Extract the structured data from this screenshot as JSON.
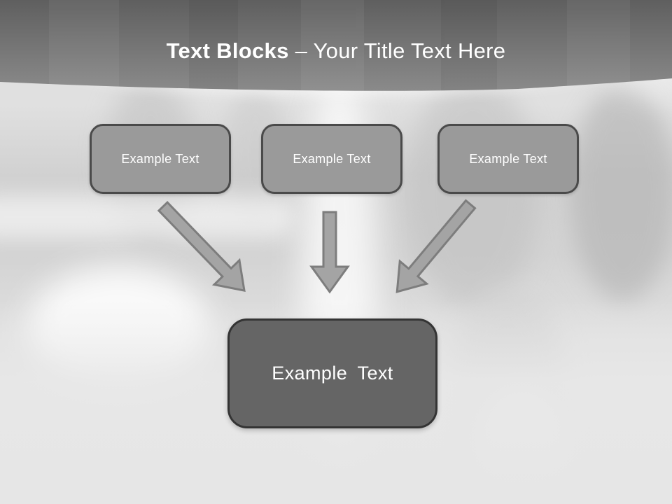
{
  "header": {
    "title_bold": "Text Blocks",
    "title_rest": "– Your Title Text Here"
  },
  "diagram": {
    "source_boxes": [
      {
        "label": "Example Text"
      },
      {
        "label": "Example Text"
      },
      {
        "label": "Example Text"
      }
    ],
    "result_box": {
      "label": "Example Text"
    },
    "arrows": [
      {
        "icon": "arrow-down-right-icon"
      },
      {
        "icon": "arrow-down-icon"
      },
      {
        "icon": "arrow-down-left-icon"
      }
    ]
  },
  "colors": {
    "header_top": "#5f5f5f",
    "header_bottom": "#8a8a8a",
    "title_text": "#ffffff",
    "source_box_fill": "#9a9a9a",
    "source_box_border": "#4a4a4a",
    "result_box_fill": "#656565",
    "result_box_border": "#343434",
    "arrow_fill": "#a4a4a4",
    "arrow_stroke": "#7d7d7d",
    "background_base": "#e0e0e0"
  }
}
